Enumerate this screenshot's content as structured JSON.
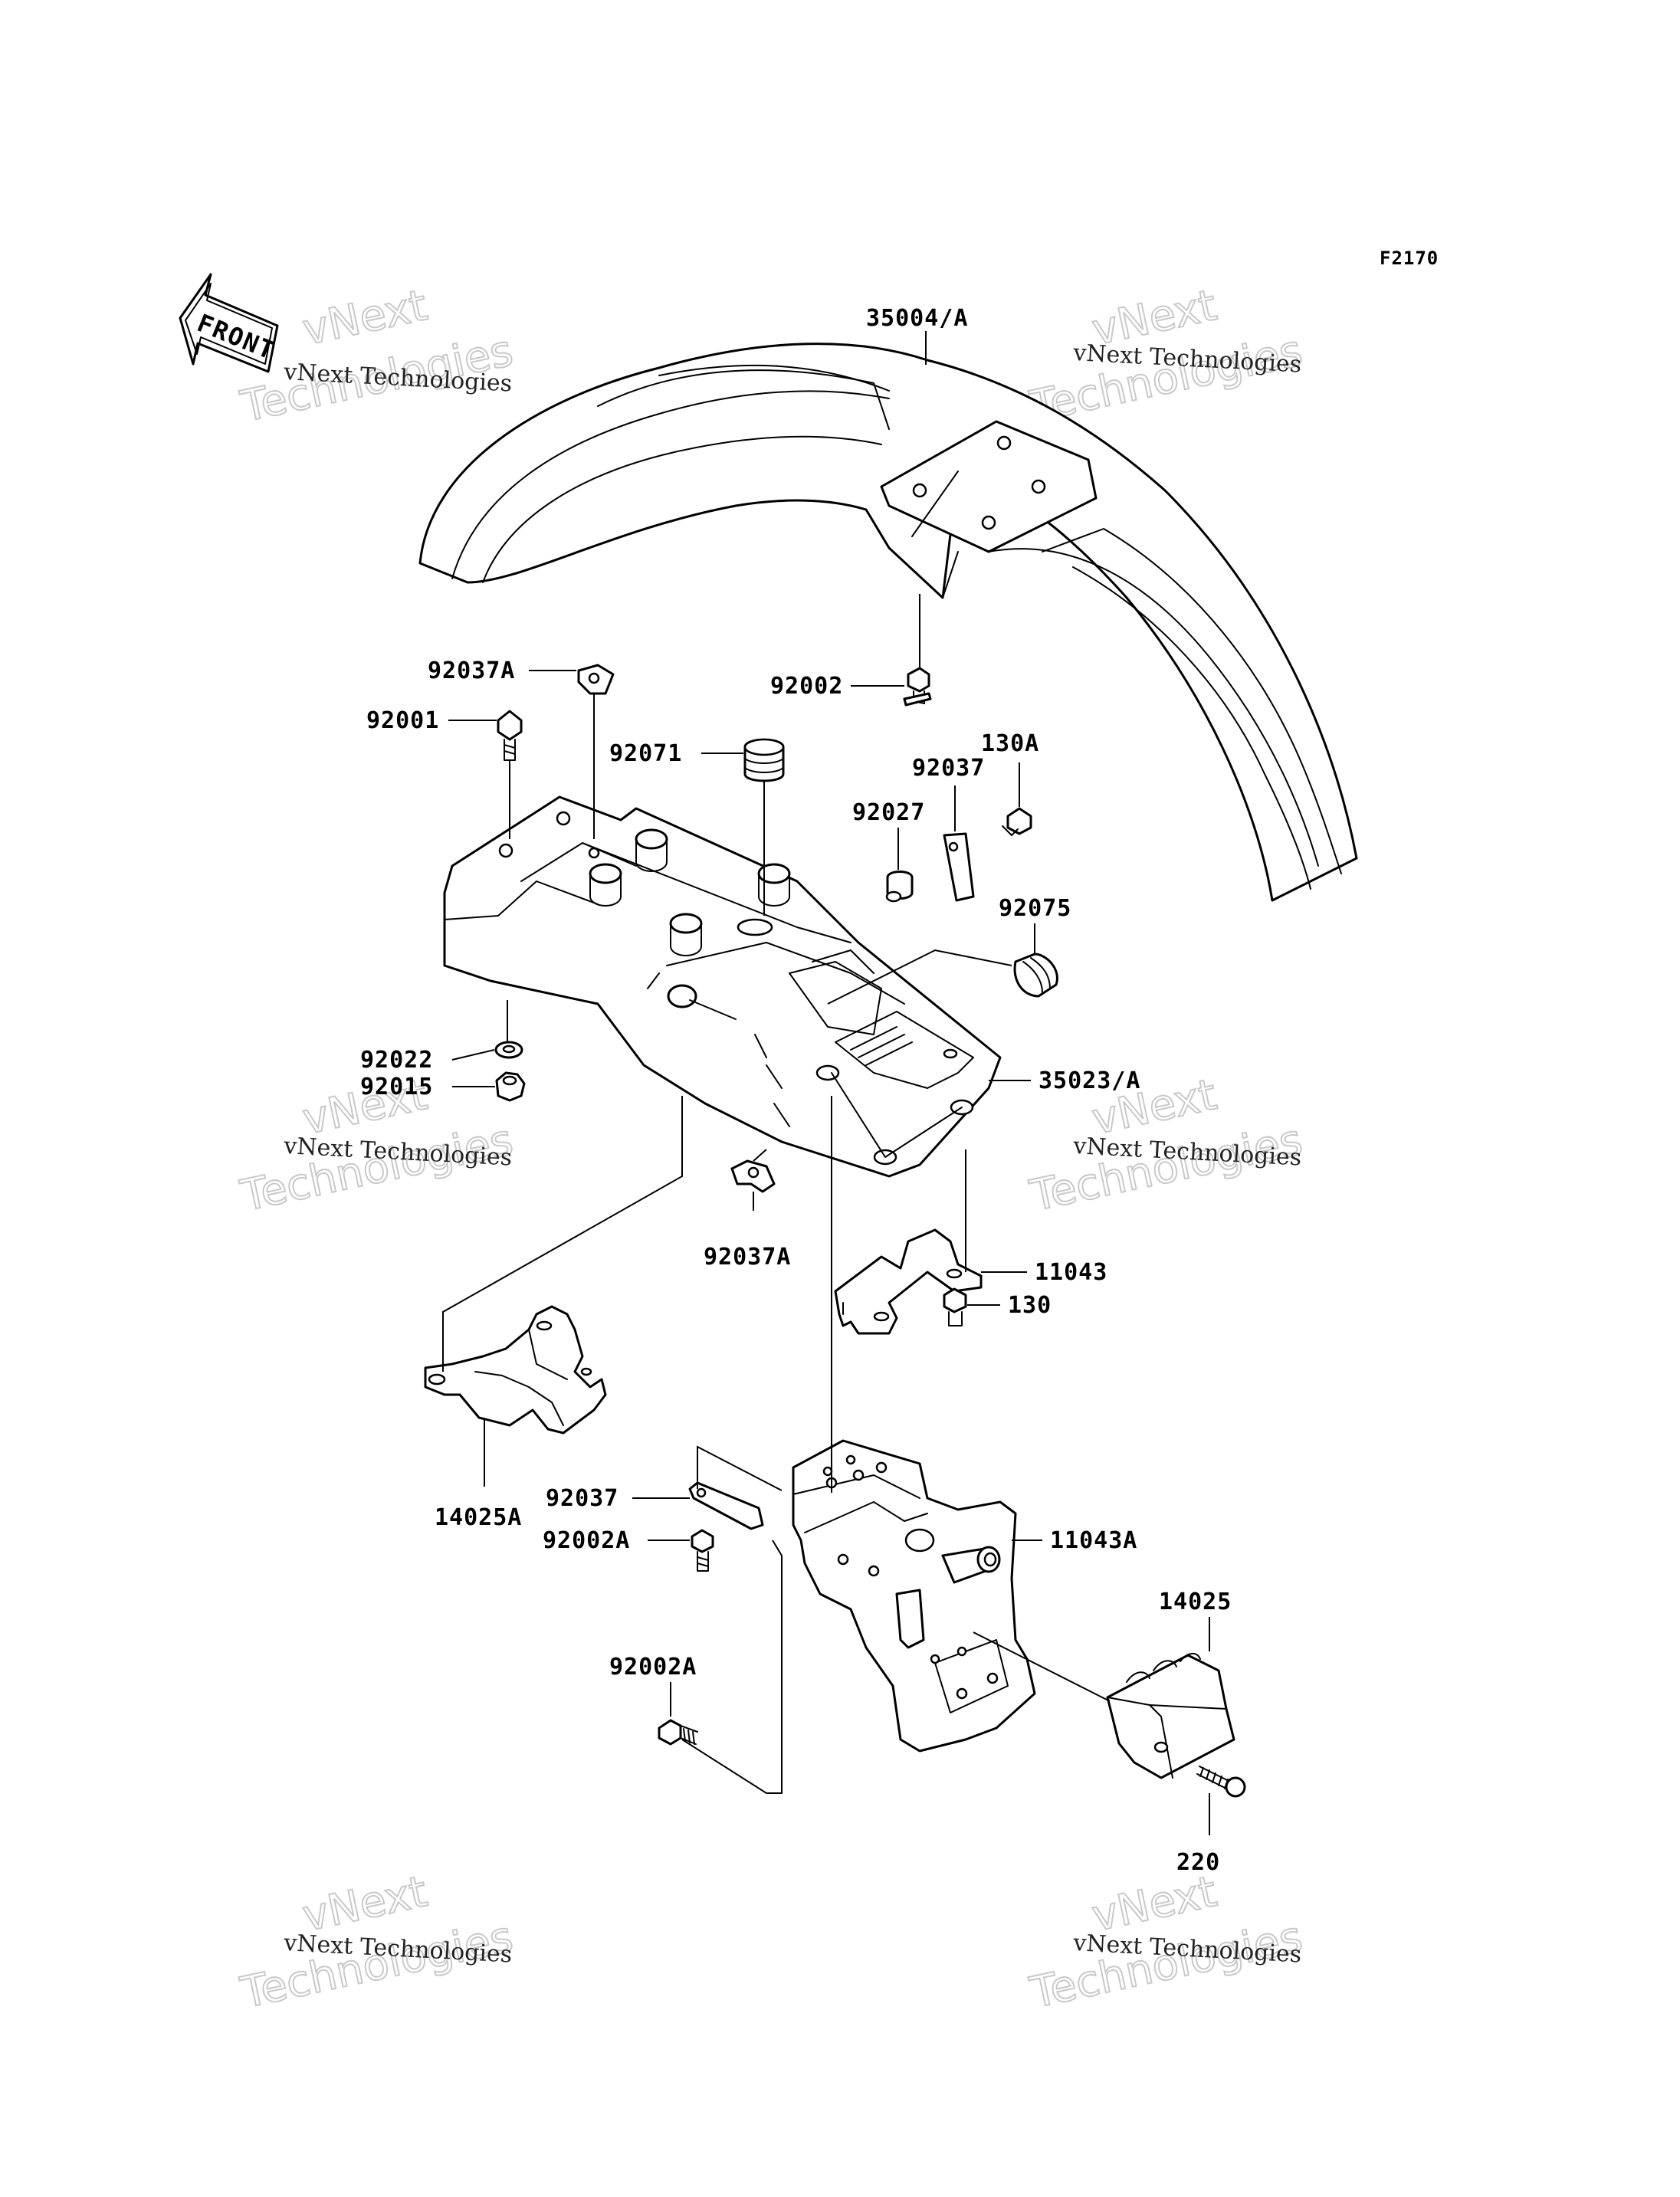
{
  "figure_code": "F2170",
  "front_arrow_label": "FRONT",
  "watermark": {
    "small": "vNext Technologies",
    "big_line1": "vNext",
    "big_line2": "Technologies"
  },
  "parts": [
    {
      "id": "35004A",
      "label": "35004/A"
    },
    {
      "id": "92037A-top",
      "label": "92037A"
    },
    {
      "id": "92001",
      "label": "92001"
    },
    {
      "id": "92002",
      "label": "92002"
    },
    {
      "id": "92071",
      "label": "92071"
    },
    {
      "id": "130A",
      "label": "130A"
    },
    {
      "id": "92037-mid",
      "label": "92037"
    },
    {
      "id": "92027",
      "label": "92027"
    },
    {
      "id": "92075",
      "label": "92075"
    },
    {
      "id": "92022",
      "label": "92022"
    },
    {
      "id": "92015",
      "label": "92015"
    },
    {
      "id": "35023A",
      "label": "35023/A"
    },
    {
      "id": "92037A-bottom",
      "label": "92037A"
    },
    {
      "id": "11043",
      "label": "11043"
    },
    {
      "id": "130",
      "label": "130"
    },
    {
      "id": "14025A",
      "label": "14025A"
    },
    {
      "id": "92037-low",
      "label": "92037"
    },
    {
      "id": "11043A",
      "label": "11043A"
    },
    {
      "id": "92002A-upper",
      "label": "92002A"
    },
    {
      "id": "14025",
      "label": "14025"
    },
    {
      "id": "92002A-lower",
      "label": "92002A"
    },
    {
      "id": "220",
      "label": "220"
    }
  ]
}
